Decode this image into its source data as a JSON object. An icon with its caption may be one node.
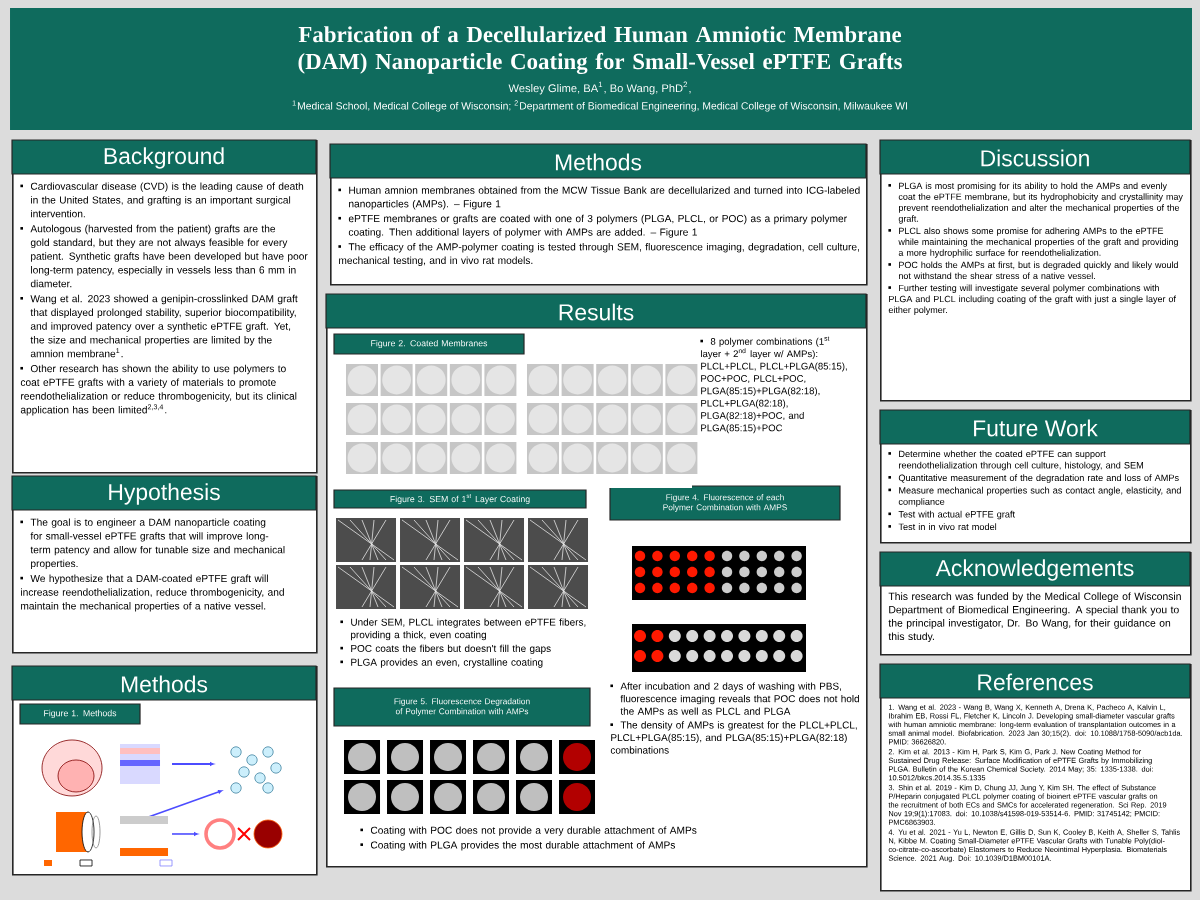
{
  "diagram": {
    "title": "Fabrication of a Decellularized Human Amniotic Membrane (DAM) Nanoparticle Coating for Small-Vessel ePTFE Grafts",
    "nodes": [
      {
        "text": [
          "Background",
          "Cardiovascular disease (CVD) is the leading cause of death in the United States, and grafting is an important surgical intervention.",
          "Autologous (harvested from the patient) grafts are the gold standard, but they are not always feasible for every patient. Synthetic grafts have been developed but have poor long-term patency, especially in vessels less than 6 mm in diameter.",
          "Wang et al. 2023 showed a genipin-crosslinked DAM graft that displayed prolonged stability, superior biocompatibility, and improved patency over a synthetic ePTFE graft. Yet, the size and mechanical properties are limited by the amnion membrane$^{1}$.",
          "Other research has shown the ability to use polymers to coat ePTFE grafts with a variety of materials to promote reendothelialization or reduce thrombogenicity, but its clinical application has been limited$^{2,3,4}$."
        ]
      },
      {
        "text": [
          "Hypothesis",
          "The goal is to engineer a DAM nanoparticle coating for small-vessel ePTFE grafts that will improve long-term patency and allow for tunable size and mechanical properties.",
          "We hypothesize that a DAM-coated ePTFE graft will increase reendothelialization, reduce thrombogenicity, and maintain the mechanical properties of a native vessel."
        ]
      },
      {
        "text": [
          "Methods"
        ]
      },
      {
        "text": [
          "Figure 1. Methods"
        ],
        "in": 2
      },
      {
        "text": [
          "Methods",
          "Human amnion membranes obtained from the MCW Tissue Bank are decellularized and turned into ICG-labeled nanoparticles (AMPs). – Figure 1",
          "ePTFE membranes or grafts are coated with one of 3 polymers (PLGA, PLCL, or POC) as a primary polymer coating. Then additional layers of polymer with AMPs are added. – Figure 1",
          "The efficacy of the AMP-polymer coating is tested through SEM, fluorescence imaging, degradation, cell culture, mechanical testing, and in vivo rat models."
        ]
      },
      {
        "text": [
          "Results",
          "8 polymer combinations (1$^{st}$ layer + 2$^{nd}$ layer w/ AMPs): PLCL+PLCL, PLCL+PLGA(85:15), POC+POC, PLCL+POC, PLGA(85:15)+PLGA(82:18), PLCL+PLGA(82:18), PLGA(82:18)+POC, and PLGA(85:15)+POC",
          "Under SEM, PLCL integrates between ePTFE fibers, providing a thick, even coating",
          "POC coats the fibers but doesn't fill the gaps",
          "PLGA provides an even, crystalline coating",
          "After incubation and 2 days of washing with PBS, fluorescence imaging reveals that POC does not hold the AMPs as well as PLCL and PLGA",
          "The density of AMPs is greatest for the PLCL+PLCL, PLCL+PLGA(85:15), and PLGA(85:15)+PLGA(82:18) combinations",
          "Coating with POC does not provide a very durable attachment of AMPs",
          "Coating with PLGA provides the most durable attachment of AMPs"
        ]
      },
      {
        "text": [
          "Figure 2. Coated Membranes"
        ],
        "in": 5
      },
      {
        "text": [
          "Figure 3. SEM of 1$^{st}$ Layer Coating"
        ],
        "in": 5
      },
      {
        "text": [
          "Figure 4.  Fluorescence of each Polymer Combination with AMPS"
        ],
        "in": 5
      },
      {
        "text": [
          "Figure 5. Fluorescence Degradation of Polymer Combination with AMPs"
        ],
        "in": 5
      },
      {
        "text": [
          "Discussion",
          "PLGA is most promising for its ability to hold the AMPs and evenly coat the ePTFE membrane, but its hydrophobicity and crystallinity may prevent reendothelialization and alter the mechanical properties of the graft.",
          "PLCL also shows some promise for adhering AMPs to the ePTFE while maintaining the mechanical properties of the graft and providing a more hydrophilic surface for reendothelialization.",
          "POC holds the AMPs at first, but is degraded quickly and likely would not withstand the shear stress of a native vessel.",
          "Further testing will investigate several polymer combinations with PLGA and PLCL including coating of the graft with just a single layer of either polymer."
        ]
      },
      {
        "text": [
          "Future Work",
          "Determine whether the coated ePTFE can support reendothelialization through cell culture, histology, and SEM",
          "Quantitative measurement of the degradation rate and loss of AMPs",
          "Measure mechanical properties such as contact angle, elasticity, and compliance",
          "Test with actual ePTFE graft",
          "Test in in vivo rat model"
        ]
      },
      {
        "text": [
          "Acknowledgements",
          "This research was funded by the Medical College of Wisconsin Department of Biomedical Engineering. A special thank you to the principal investigator, Dr. Bo Wang, for their guidance on this study."
        ]
      },
      {
        "text": [
          "References",
          "1. Wang et al. 2023 - Wang B, Wang X, Kenneth A, Drena K, Pacheco A, Kalvin L, Ibrahim EB, Rossi FL, Fletcher K, Lincoln J. Developing small-diameter vascular grafts with human amniotic membrane: long-term evaluation of transplantation outcomes in a small animal model. Biofabrication. 2023 Jan 30;15(2). doi: 10.1088/1758-5090/acb1da. PMID: 36626820.",
          "2. Kim et al. 2013 - Kim H, Park S, Kim G, Park J. New Coating Method for Sustained Drug Release: Surface Modification of ePTFE Grafts by Immobilizing PLGA. Bulletin of the Korean Chemical Society. 2014 May; 35: 1335-1338. doi: 10.5012/bkcs.2014.35.5.1335",
          "3. Shin et al. 2019 - Kim D, Chung JJ, Jung Y, Kim SH. The effect of Substance P/Heparin conjugated PLCL polymer coating of bioinert ePTFE vascular grafts on the recruitment of both ECs and SMCs for accelerated regeneration. Sci Rep. 2019 Nov 19;9(1):17083. doi: 10.1038/s41598-019-53514-6. PMID: 31745142; PMCID: PMC6863903.",
          "4. Yu et al. 2021 - Yu L, Newton E, Gillis D, Sun K, Cooley B, Keith A, Sheller S, Tahlis N, Kibbe M. Coating Small-Diameter ePTFE Vascular Grafts with Tunable Poly(diol-co-citrate-co-ascorbate) Elastomers to Reduce Neointimal Hyperplasia. Biomaterials Science. 2021 Aug. Doi: 10.1039/D1BM00101A."
        ]
      }
    ],
    "labels": [
      "Wesley Glime, BA$^{1}$, Bo Wang, PhD$^{2}$,",
      "$^{1}$Medical School, Medical College of Wisconsin; $^{2}$Department of Biomedical Engineering, Medical College of Wisconsin, Milwaukee WI"
    ]
  }
}
